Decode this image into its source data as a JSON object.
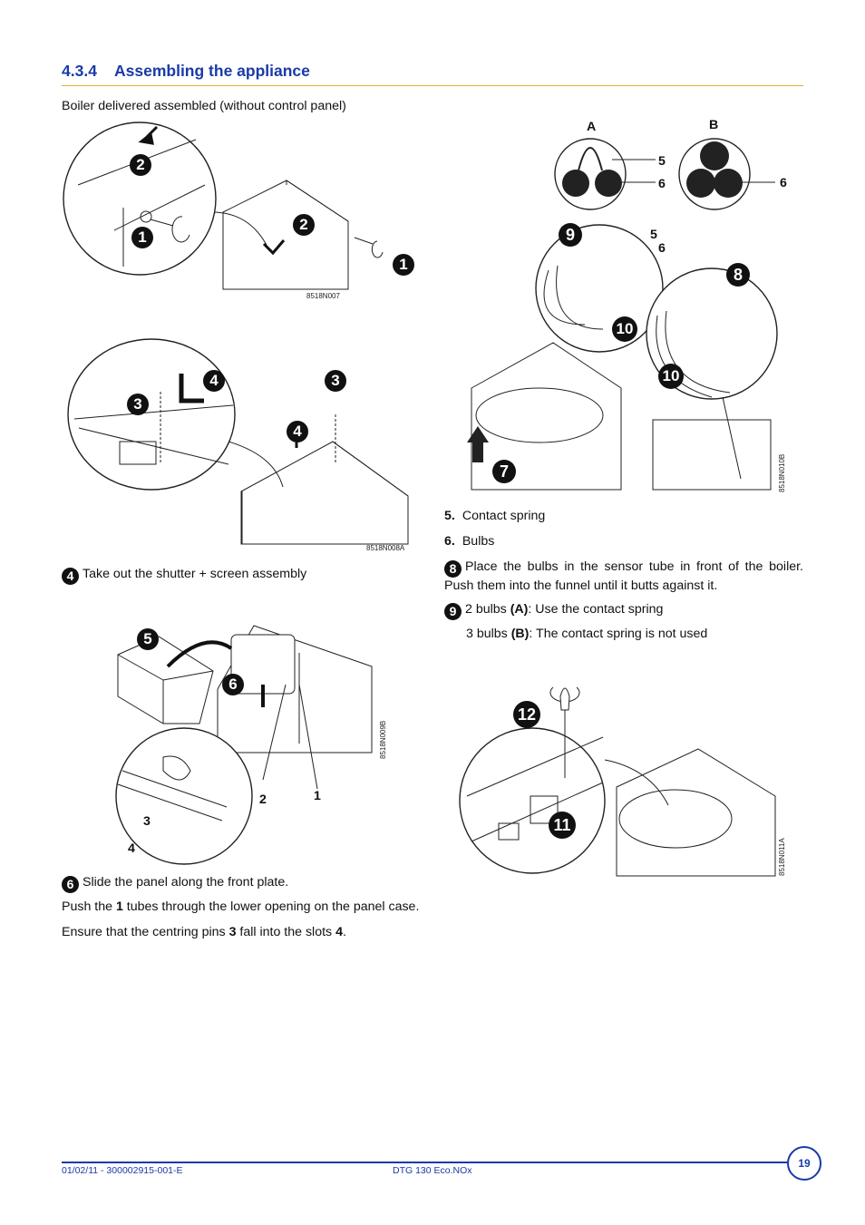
{
  "section": {
    "number": "4.3.4",
    "title": "Assembling the appliance"
  },
  "intro": "Boiler delivered assembled (without control panel)",
  "figures": {
    "fig1": {
      "code": "8518N007",
      "callouts": [
        "2",
        "1",
        "2",
        "1"
      ]
    },
    "fig2": {
      "code": "8518N008A",
      "callouts": [
        "4",
        "3",
        "3",
        "4"
      ]
    },
    "fig3": {
      "code": "8518N009B",
      "callouts": [
        "5",
        "6",
        "2",
        "1",
        "3",
        "4"
      ]
    },
    "fig4": {
      "code": "8518N010B",
      "labels": [
        "A",
        "B",
        "5",
        "6",
        "6",
        "5",
        "6"
      ],
      "callouts": [
        "9",
        "8",
        "10",
        "10",
        "7"
      ]
    },
    "fig5": {
      "code": "8518N011A",
      "callouts": [
        "12",
        "11"
      ]
    }
  },
  "left_text": {
    "step4": {
      "badge": "4",
      "text": "Take out the shutter + screen assembly"
    },
    "step6": {
      "badge": "6",
      "text": "Slide the panel along the front plate."
    },
    "push": {
      "pre": "Push the ",
      "bold": "1",
      "post": " tubes through the lower opening on the panel case."
    },
    "ensure": {
      "pre": "Ensure that the centring pins ",
      "bold1": "3",
      "mid": " fall into the slots ",
      "bold2": "4",
      "post": "."
    }
  },
  "right_text": {
    "item5": {
      "num": "5.",
      "text": "Contact spring"
    },
    "item6": {
      "num": "6.",
      "text": "Bulbs"
    },
    "step8": {
      "badge": "8",
      "text": "Place the bulbs in the sensor tube in front of the boiler. Push them into the funnel until it butts against it."
    },
    "step9": {
      "badge": "9",
      "pre": "2 bulbs ",
      "bold": "(A)",
      "post": ": Use the contact spring"
    },
    "step9b": {
      "pre": "3 bulbs ",
      "bold": "(B)",
      "post": ": The contact spring is not used"
    }
  },
  "footer": {
    "left": "01/02/11 - 300002915-001-E",
    "center": "DTG 130 Eco.NOx",
    "page": "19"
  },
  "colors": {
    "heading": "#1a3aa8",
    "rule": "#e0b040"
  }
}
